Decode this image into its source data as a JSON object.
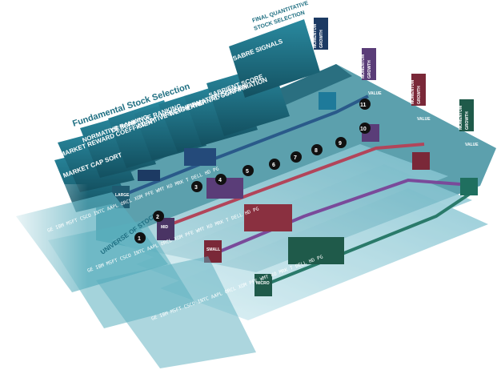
{
  "headings": {
    "fundamental": "Fundamental Stock Selection",
    "final_line1": "FINAL QUANTITATIVE",
    "final_line2": "STOCK SELECTION"
  },
  "stages": [
    {
      "id": "market-cap-sort",
      "label": "MARKET CAP SORT"
    },
    {
      "id": "market-reward",
      "label": "MARKET REWARD COEFFICIENT"
    },
    {
      "id": "normative",
      "label": "NORMATIVE RANKING"
    },
    {
      "id": "descriptive",
      "label": "DESCRIPTIVE RANKING"
    },
    {
      "id": "adaptive",
      "label": "ADAPTIVE WEIGHTING"
    },
    {
      "id": "preconfirmation",
      "label": "PRECONFIRMATION SCREEN"
    },
    {
      "id": "external",
      "label": "EXTERNAL CONFIRMATION"
    },
    {
      "id": "sabrient-score",
      "label": "SABRIENT SCORE"
    },
    {
      "id": "sabre-signals",
      "label": "SABRE SIGNALS"
    }
  ],
  "universe_label": "UNIVERSE OF STOCKS",
  "lanes": {
    "large": "LARGE",
    "mid": "MID",
    "small": "SMALL",
    "micro": "MICRO"
  },
  "style_tags": [
    "MOMENTUM",
    "GROWTH",
    "VALUE"
  ],
  "step_numbers": [
    "1",
    "2",
    "3",
    "4",
    "5",
    "6",
    "7",
    "8",
    "9",
    "10",
    "11"
  ],
  "ticker_text": "GE IBM MSFT CSCO INTC AAPL ORCL XOM PFE WMT KO MRK T DELL HD PG",
  "colors": {
    "teal": "#1f6f82",
    "teal_dark": "#124a58",
    "green_dark": "#1f5a4a",
    "purple": "#5a3d78",
    "maroon": "#7a2838",
    "navy": "#1c3a63",
    "lane": "#a9d4de"
  }
}
